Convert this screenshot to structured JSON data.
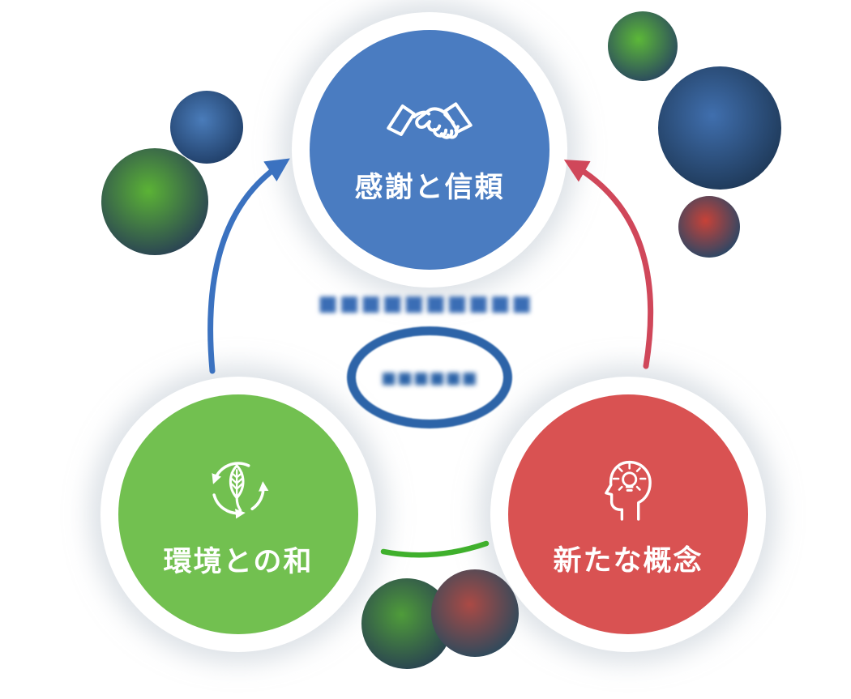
{
  "canvas": {
    "background": "#ffffff"
  },
  "nodes": [
    {
      "label": "感謝と信頼",
      "color": "#4a7cc1",
      "icon": "handshake-icon"
    },
    {
      "label": "環境との和",
      "color": "#72c050",
      "icon": "leaf-recycle-icon"
    },
    {
      "label": "新たな概念",
      "color": "#d95252",
      "icon": "head-lightbulb-icon"
    }
  ],
  "center": {
    "tagline_blurred_text": "■■■■■■■■■■",
    "logo_blurred_text": "■■■■■■",
    "tagline_color": "#3a6db5",
    "logo_ring_color": "#2d64a8"
  },
  "connectors": [
    {
      "from": "環境との和",
      "to": "感謝と信頼",
      "color": "#3b72c0",
      "arrowhead": true
    },
    {
      "from": "新たな概念",
      "to": "感謝と信頼",
      "color": "#d0475a",
      "arrowhead": true
    },
    {
      "from": "環境との和",
      "to": "新たな概念",
      "color": "#3fb02c",
      "arrowhead": false
    }
  ],
  "decor_spheres": [
    {
      "name": "left-blue",
      "inner": "#4a7cba",
      "outer": "#21406a"
    },
    {
      "name": "left-green",
      "inner": "#5bb335",
      "outer": "#2a4353"
    },
    {
      "name": "top-right-green",
      "inner": "#5cb838",
      "outer": "#2b4a5e"
    },
    {
      "name": "top-right-blue",
      "inner": "#406fae",
      "outer": "#1f3a5a"
    },
    {
      "name": "top-right-red",
      "inner": "#c74238",
      "outer": "#2c4765"
    },
    {
      "name": "bottom-green",
      "inner": "#4f9c3a",
      "outer": "#2a4450"
    },
    {
      "name": "bottom-red",
      "inner": "#ab4a45",
      "outer": "#2e4a5c"
    }
  ]
}
